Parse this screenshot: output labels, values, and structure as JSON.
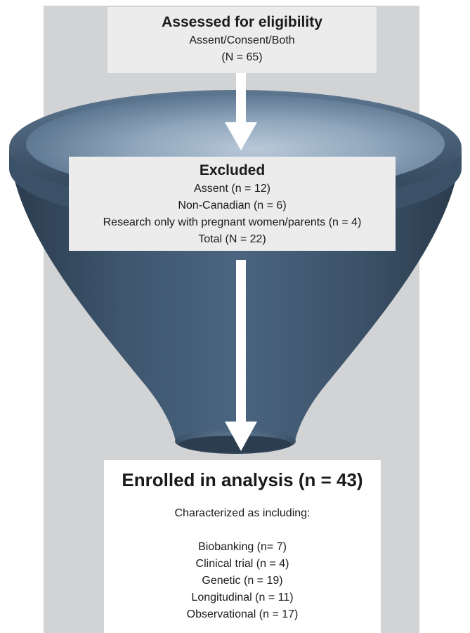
{
  "assessed": {
    "title": "Assessed for eligibility",
    "subtitle": "Assent/Consent/Both",
    "count": "(N = 65)"
  },
  "excluded": {
    "title": "Excluded",
    "items": [
      "Assent (n = 12)",
      "Non-Canadian (n = 6)",
      "Research only with pregnant women/parents (n = 4)",
      "Total (N = 22)"
    ]
  },
  "enrolled": {
    "title": "Enrolled in analysis (n = 43)",
    "caption": "Characterized as including:",
    "items": [
      "Biobanking (n=  7)",
      "Clinical trial (n = 4)",
      "Genetic (n = 19)",
      "Longitudinal (n = 11)",
      "Observational (n = 17)"
    ]
  },
  "colors": {
    "background_panel": "#d2d3d5",
    "box_fill": "#ececed",
    "funnel_dark": "#33475c",
    "funnel_light": "#8fa6bc",
    "arrow": "#ffffff"
  }
}
